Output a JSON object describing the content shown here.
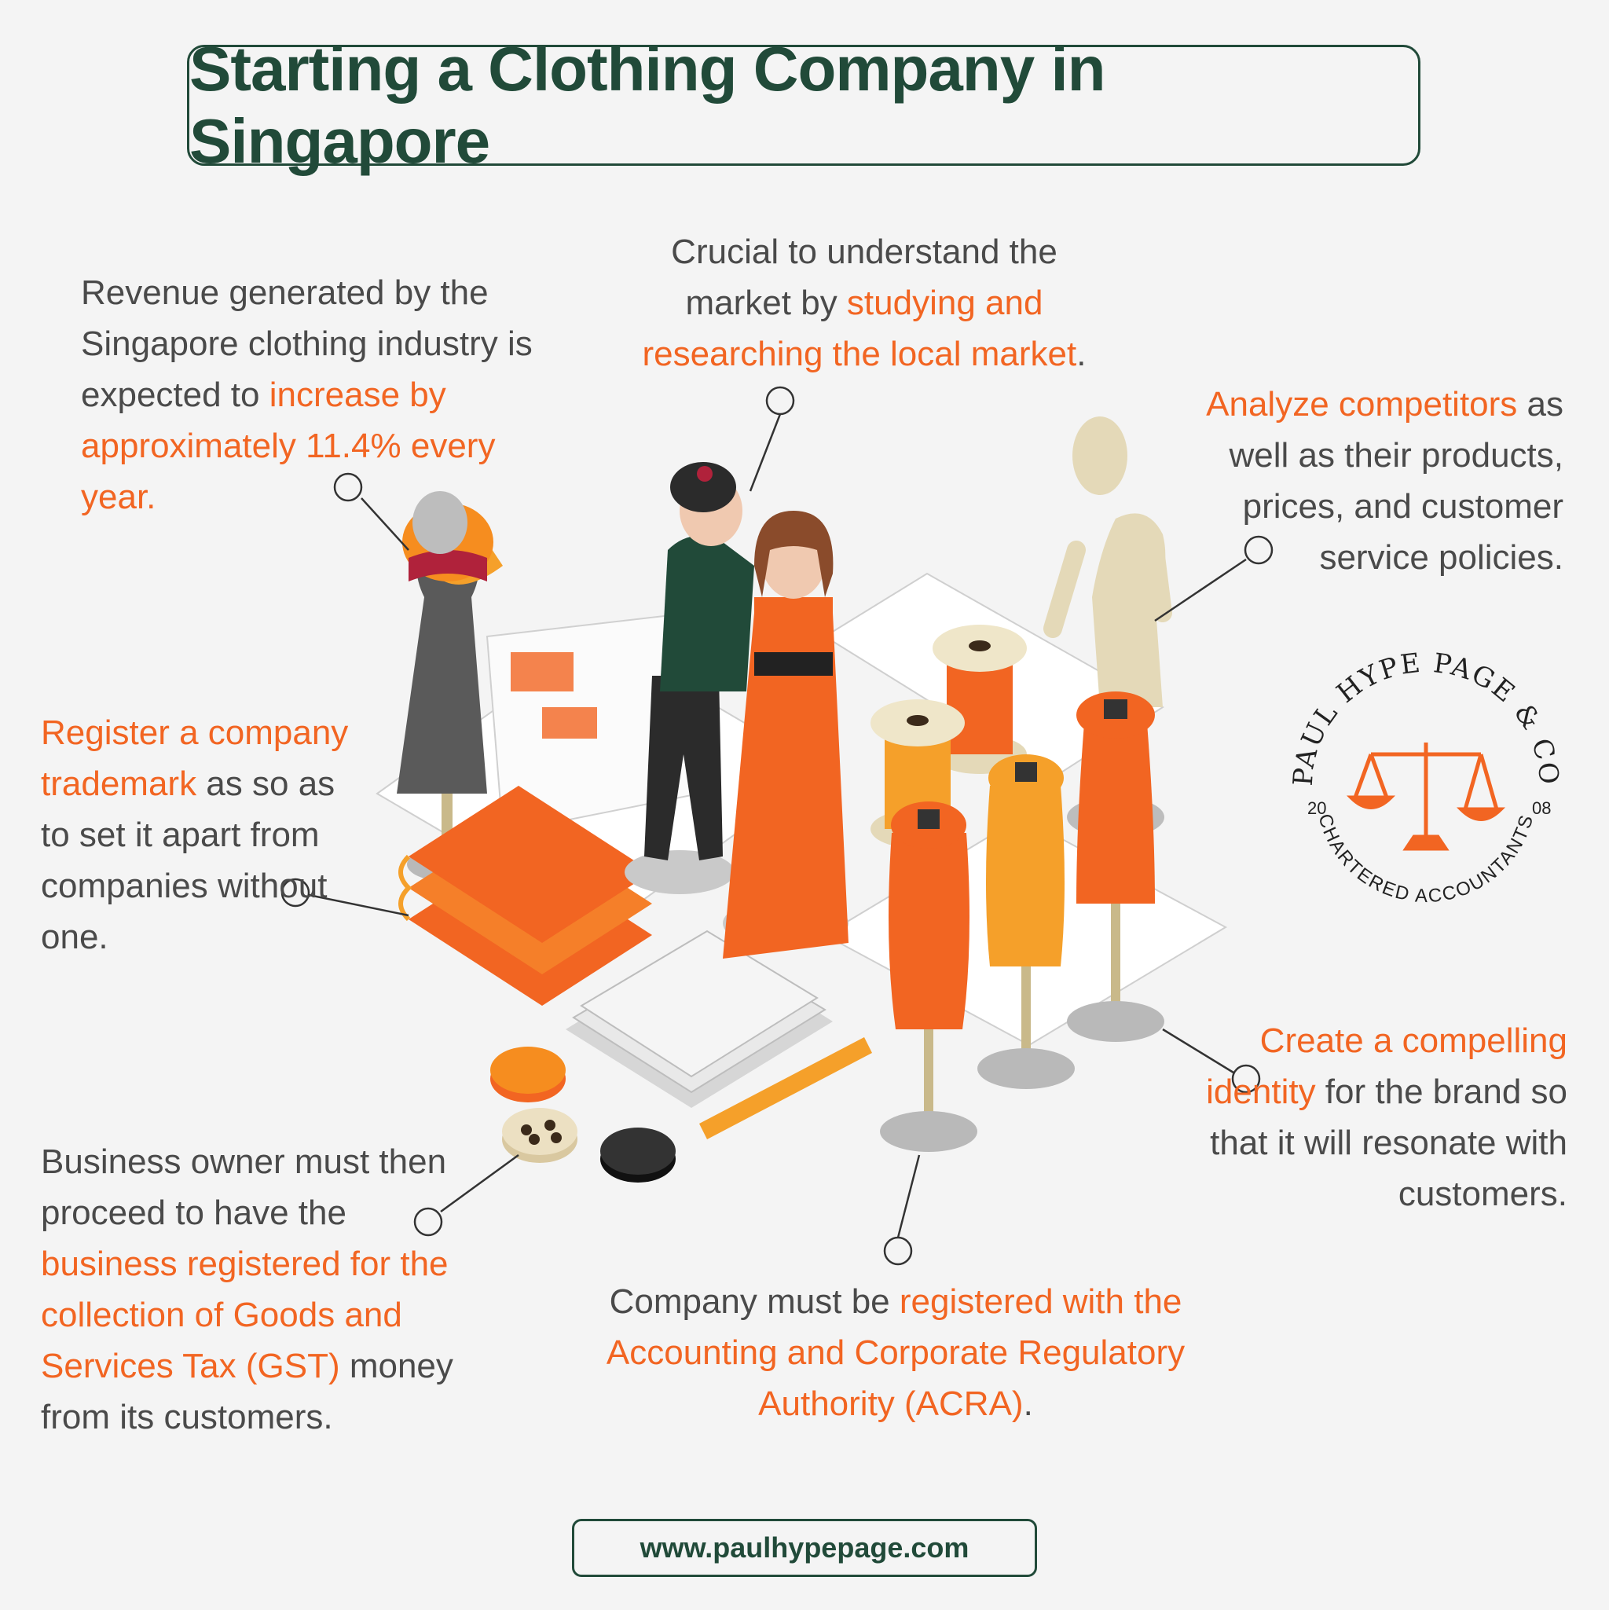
{
  "title": "Starting a Clothing Company in Singapore",
  "callouts": {
    "revenue": {
      "pre": "Revenue generated by the Singapore clothing industry is expected to ",
      "highlight": "increase by approximately 11.4% every year."
    },
    "market": {
      "pre": "Crucial to understand the market by ",
      "highlight": "studying and researching the local market",
      "post": "."
    },
    "competitors": {
      "highlight": "Analyze competitors",
      "post": " as well as their products, prices, and customer service policies."
    },
    "trademark": {
      "highlight": "Register a company trademark",
      "post": " as so as to set it apart from companies without one."
    },
    "identity": {
      "highlight": "Create a compelling identity",
      "post": " for the brand so that it will resonate with customers."
    },
    "gst": {
      "pre": "Business owner must then proceed to have the ",
      "highlight": "business registered for the collection of Goods and Services Tax (GST)",
      "post": " money from its customers."
    },
    "acra": {
      "pre": "Company must be ",
      "highlight": "registered with the Accounting and Corporate Regulatory Authority (ACRA)",
      "post": "."
    }
  },
  "logo": {
    "top_text": "PAUL HYPE PAGE & CO",
    "bottom_text": "CHARTERED ACCOUNTANTS",
    "year_left": "20",
    "year_right": "08",
    "icon": "scales-of-justice-icon"
  },
  "footer_url": "www.paulhypepage.com",
  "colors": {
    "accent": "#f26522",
    "dark_green": "#214a39",
    "text_gray": "#4a4a4a",
    "background": "#f4f4f4"
  }
}
